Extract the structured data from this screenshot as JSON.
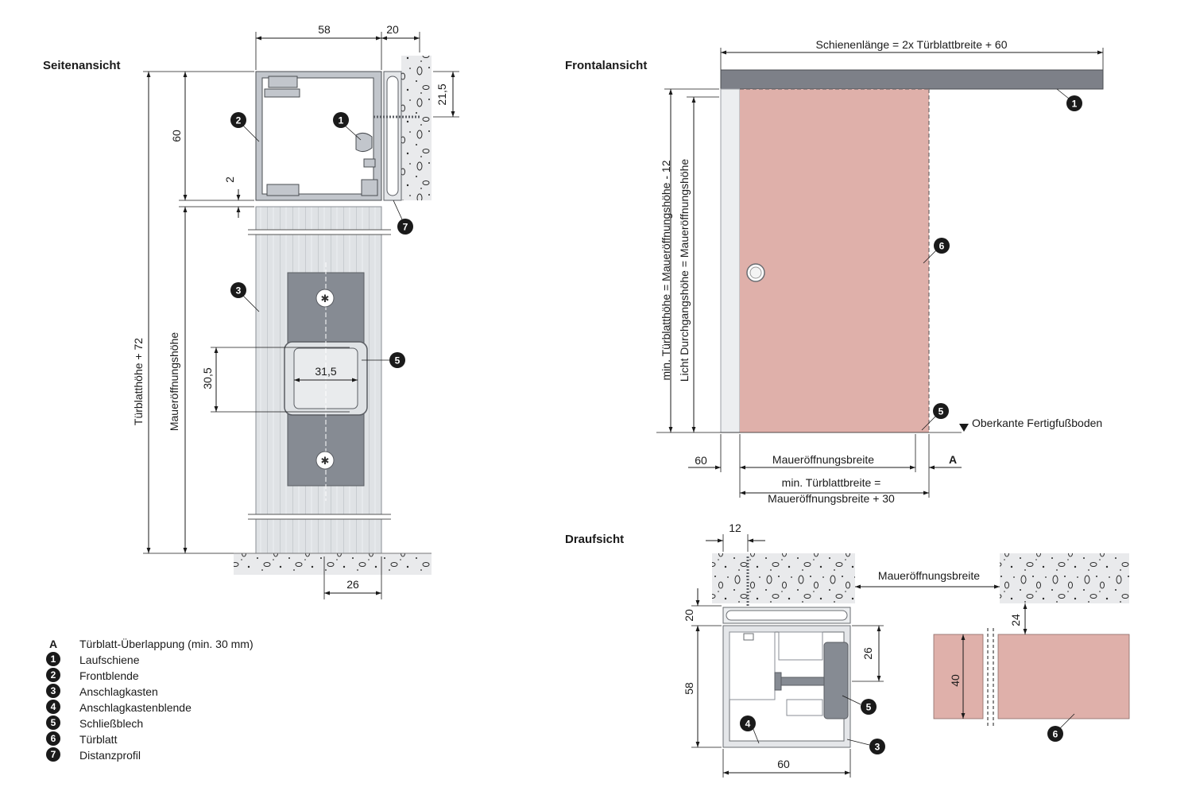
{
  "views": {
    "side": {
      "title": "Seitenansicht",
      "dims": {
        "top_width": "58",
        "top_spacer": "20",
        "profile_height": "60",
        "offset_top": "21,5",
        "gap": "2",
        "total_height": "Türblatthöhe + 72",
        "opening_height": "Maueröffnungshöhe",
        "plate_height": "30,5",
        "plate_width": "31,5",
        "floor_width": "26"
      }
    },
    "front": {
      "title": "Frontalansicht",
      "dims": {
        "rail_length": "Schienenlänge = 2x Türblattbreite + 60",
        "door_height_1": "min. Türblatthöhe = Maueröffnungshöhe - 12",
        "door_height_2": "Licht Durchgangshöhe = Maueröffnungshöhe",
        "left_offset": "60",
        "opening_width": "Maueröffnungsbreite",
        "overlap": "A",
        "door_width_1": "min. Türblattbreite =",
        "door_width_2": "Maueröffnungsbreite + 30",
        "floor_label": "Oberkante Fertigfußboden"
      }
    },
    "top": {
      "title": "Draufsicht",
      "dims": {
        "screw_offset": "12",
        "spacer": "20",
        "depth": "58",
        "plate_depth": "26",
        "width": "60",
        "opening_width": "Maueröffnungsbreite",
        "door_gap": "24",
        "door_thickness": "40"
      }
    }
  },
  "legend": [
    {
      "key": "A",
      "text": "Türblatt-Überlappung (min. 30 mm)"
    },
    {
      "key": "1",
      "text": "Laufschiene"
    },
    {
      "key": "2",
      "text": "Frontblende"
    },
    {
      "key": "3",
      "text": "Anschlagkasten"
    },
    {
      "key": "4",
      "text": "Anschlagkastenblende"
    },
    {
      "key": "5",
      "text": "Schließblech"
    },
    {
      "key": "6",
      "text": "Türblatt"
    },
    {
      "key": "7",
      "text": "Distanzprofil"
    }
  ],
  "badges": {
    "b1": "1",
    "b2": "2",
    "b3": "3",
    "b4": "4",
    "b5": "5",
    "b6": "6",
    "b7": "7"
  },
  "colors": {
    "door": "#dfb0aa",
    "profile": "#c2c6cc",
    "rail": "#7d8088",
    "plate": "#868b93",
    "concrete": "#e9eaec",
    "ink": "#1a1a1a"
  }
}
